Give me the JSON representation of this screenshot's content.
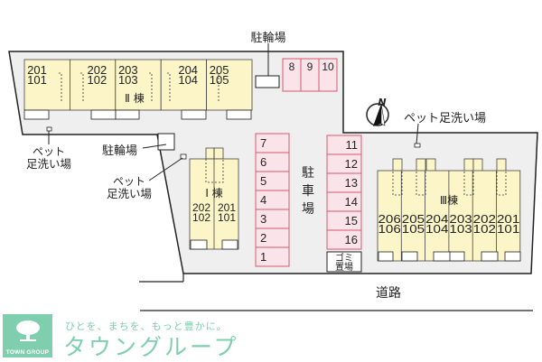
{
  "colors": {
    "lot": "#efefef",
    "building": "#fbf5c8",
    "parking": "#fbe3ea",
    "parking_border": "#d45a6c",
    "outline": "#222222",
    "brand": "#7fcfae"
  },
  "labels": {
    "bicycle_parking_top": "駐輪場",
    "bicycle_parking_mid": "駐輪場",
    "pet_wash_left_line1": "ペット",
    "pet_wash_left_line2": "足洗い場",
    "pet_wash_mid_line1": "ペット",
    "pet_wash_mid_line2": "足洗い場",
    "pet_wash_right": "ペット足洗い場",
    "parking_lot": [
      "駐",
      "車",
      "場"
    ],
    "garbage_line1": "ゴミ",
    "garbage_line2": "置場",
    "road": "道路",
    "compass_north": "N"
  },
  "buildings": {
    "building_2": {
      "name": "Ⅱ 棟",
      "units": [
        {
          "upper": "201",
          "lower": "101"
        },
        {
          "upper": "202",
          "lower": "102"
        },
        {
          "upper": "203",
          "lower": "103"
        },
        {
          "upper": "204",
          "lower": "104"
        },
        {
          "upper": "205",
          "lower": "105"
        }
      ]
    },
    "building_1": {
      "name": "Ⅰ 棟",
      "units": [
        {
          "upper": "202",
          "lower": "102"
        },
        {
          "upper": "201",
          "lower": "101"
        }
      ]
    },
    "building_3": {
      "name": "Ⅲ棟",
      "units": [
        {
          "upper": "206",
          "lower": "106"
        },
        {
          "upper": "205",
          "lower": "105"
        },
        {
          "upper": "204",
          "lower": "104"
        },
        {
          "upper": "203",
          "lower": "103"
        },
        {
          "upper": "202",
          "lower": "102"
        },
        {
          "upper": "201",
          "lower": "101"
        }
      ]
    }
  },
  "parking": {
    "top_row": [
      "8",
      "9",
      "10"
    ],
    "left_column": [
      "7",
      "6",
      "5",
      "4",
      "3",
      "2",
      "1"
    ],
    "right_column": [
      "11",
      "12",
      "13",
      "14",
      "15",
      "16"
    ]
  },
  "footer": {
    "tagline": "ひとを、まちを、もっと豊かに。",
    "brand_name": "タウングループ",
    "logo_caption": "TOWN GROUP"
  }
}
